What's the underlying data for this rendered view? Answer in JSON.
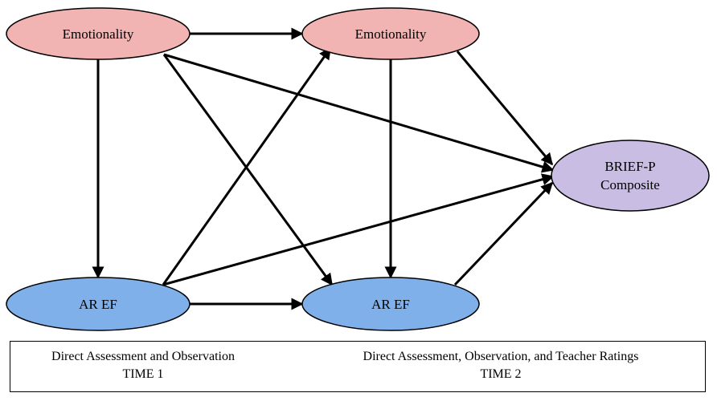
{
  "nodes": {
    "emotionality_t1": {
      "label": "Emotionality",
      "fill": "#f2b3b3"
    },
    "emotionality_t2": {
      "label": "Emotionality",
      "fill": "#f2b3b3"
    },
    "aref_t1": {
      "label": "AR EF",
      "fill": "#7fb0ea"
    },
    "aref_t2": {
      "label": "AR EF",
      "fill": "#7fb0ea"
    },
    "brief": {
      "label_line1": "BRIEF-P",
      "label_line2": "Composite",
      "fill": "#c9bde3"
    }
  },
  "footer": {
    "time1_desc": "Direct Assessment and Observation",
    "time1_label": "TIME 1",
    "time2_desc": "Direct Assessment, Observation, and Teacher Ratings",
    "time2_label": "TIME 2"
  }
}
